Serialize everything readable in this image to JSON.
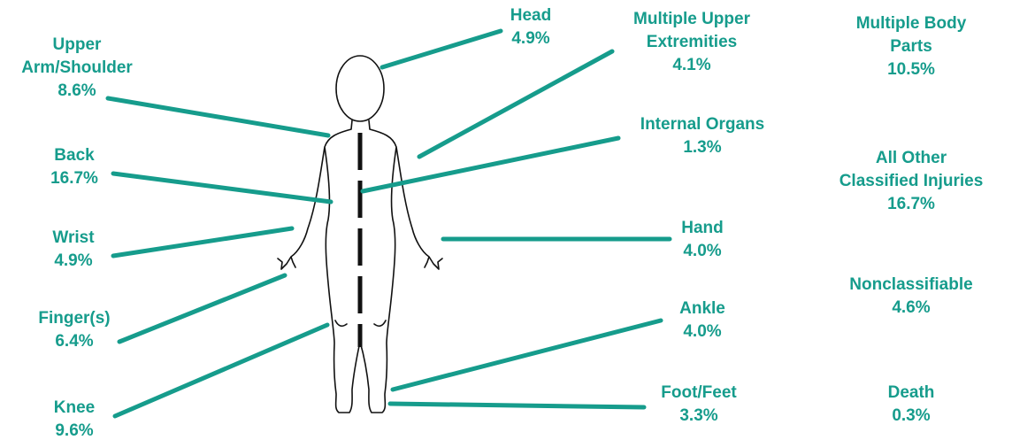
{
  "colors": {
    "accent": "#169c8c",
    "outline": "#111111",
    "spine": "#111111"
  },
  "labels": {
    "head": {
      "name": [
        "Head"
      ],
      "pct": "4.9%"
    },
    "upper_arm": {
      "name": [
        "Upper",
        "Arm/Shoulder"
      ],
      "pct": "8.6%"
    },
    "back": {
      "name": [
        "Back"
      ],
      "pct": "16.7%"
    },
    "wrist": {
      "name": [
        "Wrist"
      ],
      "pct": "4.9%"
    },
    "fingers": {
      "name": [
        "Finger(s)"
      ],
      "pct": "6.4%"
    },
    "knee": {
      "name": [
        "Knee"
      ],
      "pct": "9.6%"
    },
    "multi_upper": {
      "name": [
        "Multiple Upper",
        "Extremities"
      ],
      "pct": "4.1%"
    },
    "internal": {
      "name": [
        "Internal Organs"
      ],
      "pct": "1.3%"
    },
    "hand": {
      "name": [
        "Hand"
      ],
      "pct": "4.0%"
    },
    "ankle": {
      "name": [
        "Ankle"
      ],
      "pct": "4.0%"
    },
    "foot": {
      "name": [
        "Foot/Feet"
      ],
      "pct": "3.3%"
    },
    "multi_body": {
      "name": [
        "Multiple Body",
        "Parts"
      ],
      "pct": "10.5%"
    },
    "other": {
      "name": [
        "All Other",
        "Classified Injuries"
      ],
      "pct": "16.7%"
    },
    "nonclass": {
      "name": [
        "Nonclassifiable"
      ],
      "pct": "4.6%"
    },
    "death": {
      "name": [
        "Death"
      ],
      "pct": "0.3%"
    }
  }
}
